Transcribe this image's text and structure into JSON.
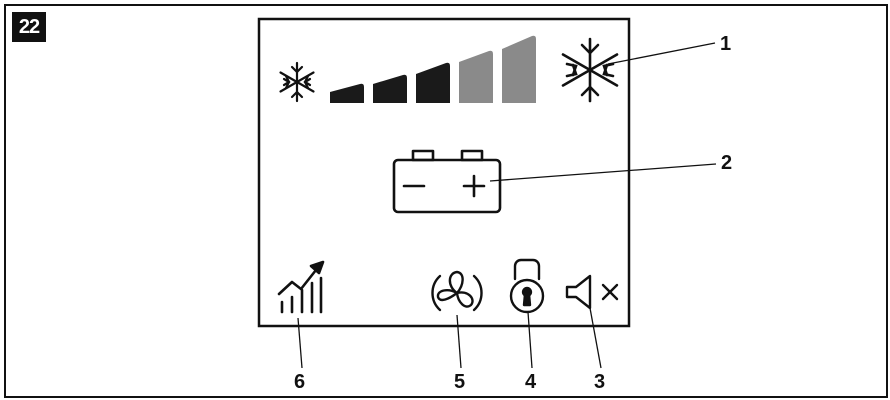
{
  "figure_number": "22",
  "display": {
    "cooling_level": {
      "filled_segments": 3,
      "total_segments": 5
    }
  },
  "callouts": [
    "1",
    "2",
    "3",
    "4",
    "5",
    "6"
  ],
  "icons": [
    "small-snowflake-icon",
    "large-snowflake-icon",
    "battery-icon",
    "signal-trend-icon",
    "fan-icon",
    "lock-icon",
    "speaker-muted-icon"
  ],
  "colors": {
    "line": "#111111",
    "segment_on": "#1a1a1a",
    "segment_off": "#8a8a8a"
  }
}
